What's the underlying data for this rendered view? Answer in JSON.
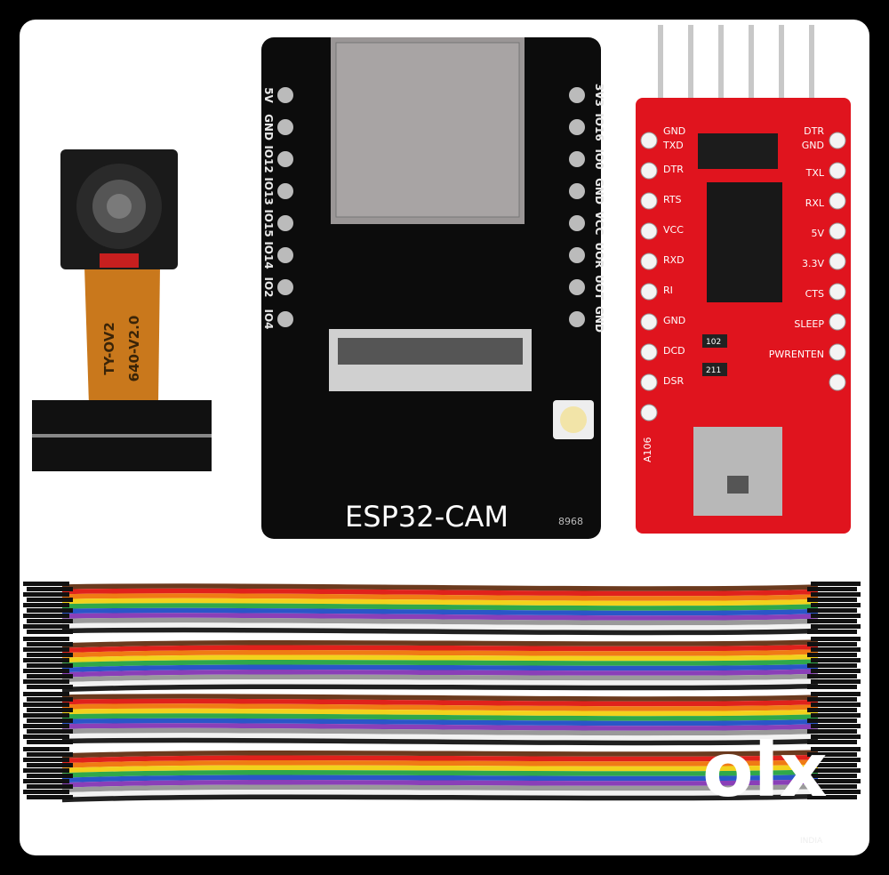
{
  "camera_module": {
    "label_line1": "TY-OV2",
    "label_line2": "640-V2.0"
  },
  "esp32_board": {
    "title": "ESP32-CAM",
    "code": "8968",
    "left_pins": [
      "5V",
      "GND",
      "IO12",
      "IO13",
      "IO15",
      "IO14",
      "IO2",
      "IO4"
    ],
    "right_pins": [
      "3V3",
      "IO16",
      "IO0",
      "GND",
      "VCC",
      "UOR",
      "UOT",
      "GND"
    ]
  },
  "ftdi_board": {
    "left_pins": [
      "GND",
      "TXD",
      "DTR",
      "RTS",
      "VCC",
      "RXD",
      "RI",
      "GND",
      "DCD",
      "DSR"
    ],
    "right_pins": [
      "DTR",
      "GND",
      "TXL",
      "RXL",
      "5V",
      "3.3V",
      "CTS",
      "SLEEP",
      "PWRENTEN"
    ],
    "chip_label": "A106",
    "resistor_labels": [
      "102",
      "211"
    ],
    "board_color": "#e0141e"
  },
  "jumper_wires": {
    "colors": [
      "#6b3a1e",
      "#e0221c",
      "#f07b14",
      "#f2d21c",
      "#2fa84a",
      "#2a56c8",
      "#8a3fb8",
      "#9a9a9a",
      "#f2f2f2",
      "#202020"
    ]
  },
  "watermark": {
    "logo_text": "olx",
    "sub_text": "INDIA"
  }
}
